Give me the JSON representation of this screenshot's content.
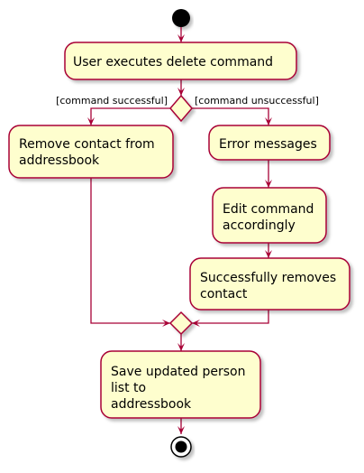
{
  "diagram": {
    "colors": {
      "border": "#a80036",
      "fill": "#fefece",
      "shadow": "#c8c8c8",
      "start": "#000000",
      "background": "#ffffff"
    },
    "nodes": {
      "execute": {
        "lines": [
          "User executes delete command"
        ]
      },
      "remove": {
        "lines": [
          "Remove contact from",
          "addressbook"
        ]
      },
      "error": {
        "lines": [
          "Error messages"
        ]
      },
      "edit": {
        "lines": [
          "Edit command",
          "accordingly"
        ]
      },
      "success": {
        "lines": [
          "Successfully removes",
          "contact"
        ]
      },
      "save": {
        "lines": [
          "Save updated person",
          "list to",
          "addressbook"
        ]
      }
    },
    "guards": {
      "left": "[command successful]",
      "right": "[command unsuccessful]"
    }
  }
}
